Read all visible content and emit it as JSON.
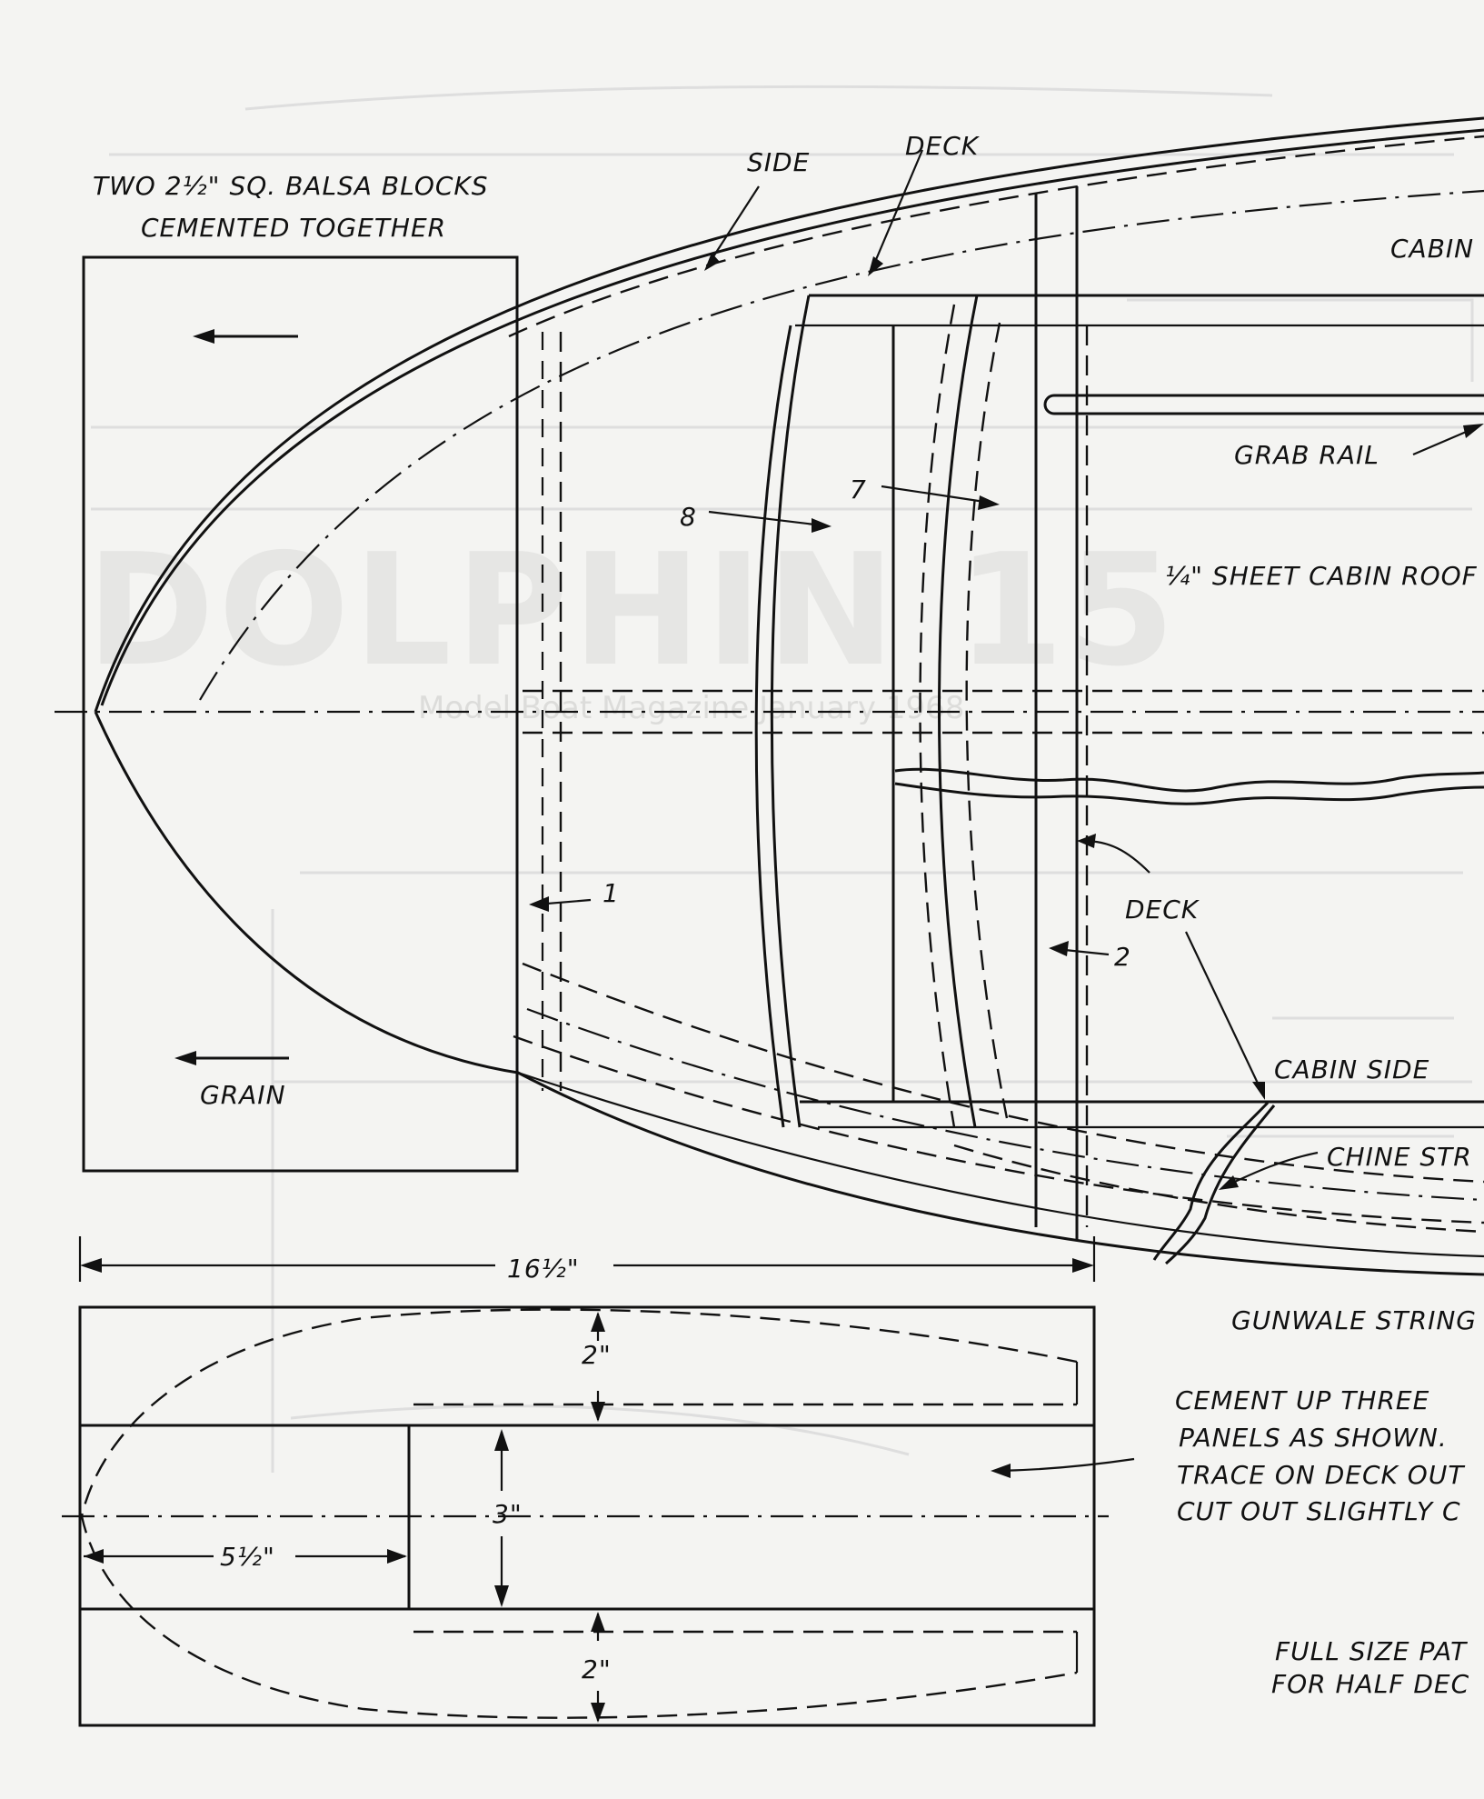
{
  "labels": {
    "blocks_line1": "TWO 2½\" SQ. BALSA BLOCKS",
    "blocks_line2": "CEMENTED TOGETHER",
    "side": "SIDE",
    "deck_top": "DECK",
    "cabin_top": "CABIN",
    "grab_rail": "GRAB RAIL",
    "sheet_cabin_roof": "¼\" SHEET CABIN ROOF",
    "num_8": "8",
    "num_7": "7",
    "num_1": "1",
    "num_2": "2",
    "deck_mid": "DECK",
    "cabin_side": "CABIN SIDE",
    "chine_str": "CHINE STR",
    "grain": "GRAIN",
    "gunwale": "GUNWALE STRING",
    "dim_total": "16½\"",
    "dim_2_top": "2\"",
    "dim_3": "3\"",
    "dim_5_5": "5½\"",
    "dim_2_bottom": "2\"",
    "note_line1": "CEMENT UP THREE",
    "note_line2": "PANELS AS SHOWN.",
    "note_line3": "TRACE ON DECK OUT",
    "note_line4": "CUT OUT SLIGHTLY C",
    "full_size_line1": "FULL SIZE PAT",
    "full_size_line2": "FOR HALF DEC"
  },
  "ghost_text": {
    "title": "DOLPHIN 15",
    "subtitle": "Model Boat Magazine January 1968"
  },
  "colors": {
    "ink": "#111111",
    "paper": "#f4f4f2",
    "bleed_through": "#dedede"
  }
}
